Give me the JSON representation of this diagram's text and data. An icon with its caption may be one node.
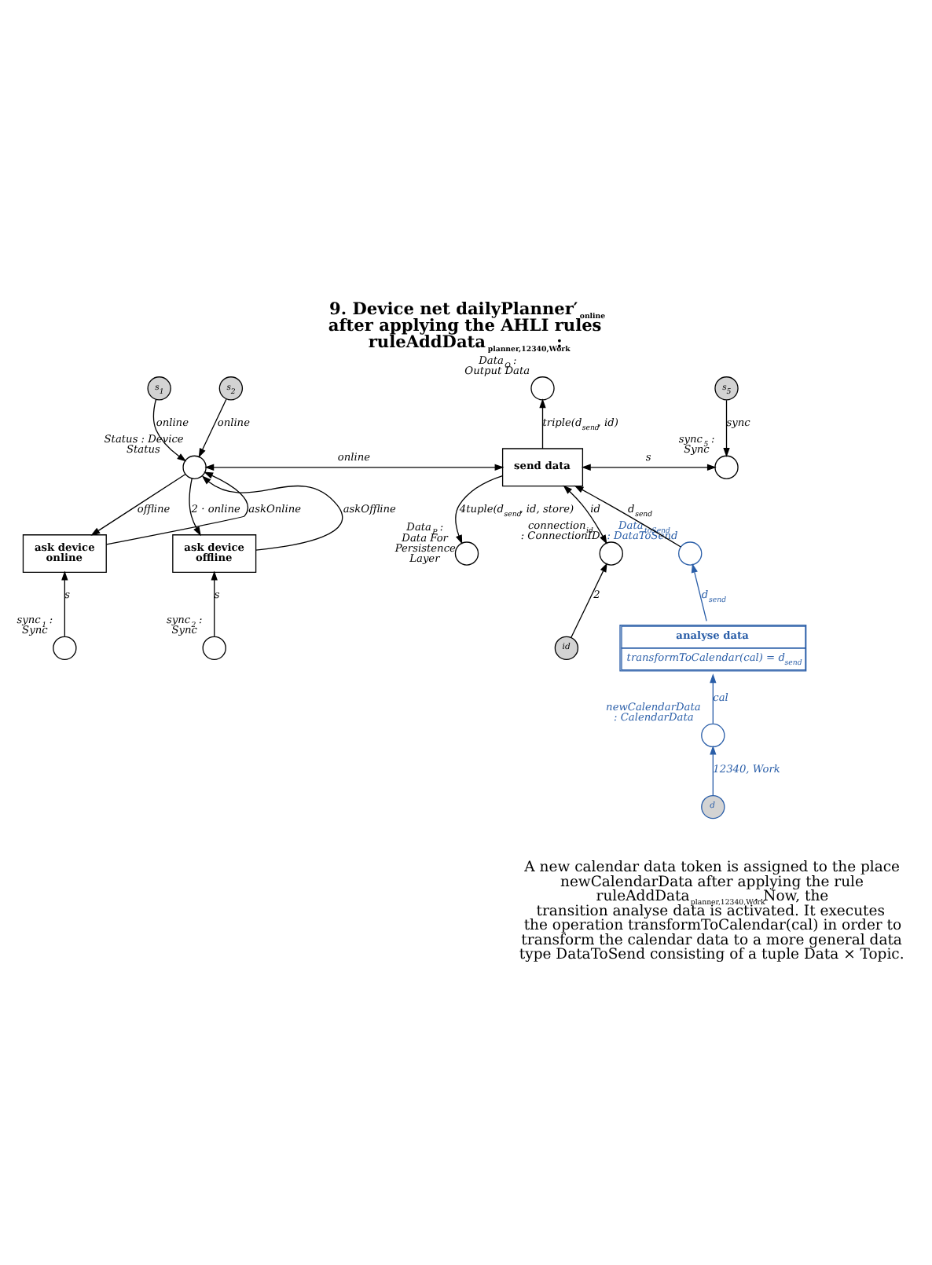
{
  "diagram": {
    "title": "9. Device net dailyPlanner′$_{online}$ after applying the AHLI rules ruleAddData$_{planner,12340,Work}$:",
    "caption": "A new calendar data token is assigned to the place newCalendarData after applying the rule ruleAddData$_{planner,12340,Work}$. Now, the transition analyse data is activated. It executes the operation transformToCalendar(cal) in order to transform the calendar data to a more general data type DataToSend consisting of a tuple Data × Topic.",
    "nodes": [
      {
        "text": [
          "s$_{1}$"
        ]
      },
      {
        "text": [
          "s$_{2}$"
        ]
      },
      {
        "text": [],
        "shape": "circle",
        "beside": [
          "Data$_{O}$ : Output Data"
        ]
      },
      {
        "text": [
          "s$_{5}$"
        ]
      },
      {
        "text": [],
        "shape": "circle",
        "beside": [
          "Status : Device Status"
        ]
      },
      {
        "text": [
          "send data"
        ]
      },
      {
        "text": [],
        "shape": "circle",
        "beside": [
          "sync$_{5}$ : Sync"
        ]
      },
      {
        "text": [],
        "shape": "circle",
        "beside": [
          "Data$_{P}$ : Data For Persistence Layer"
        ]
      },
      {
        "text": [],
        "shape": "circle",
        "beside": [
          "connection$_{id}$ : ConnectionID"
        ]
      },
      {
        "text": [
          "id"
        ]
      },
      {
        "text": [
          "ask device online"
        ]
      },
      {
        "text": [
          "ask device offline"
        ]
      },
      {
        "text": [],
        "shape": "circle",
        "beside": [
          "Data$_{toSend}$ : DataToSend"
        ]
      },
      {
        "text": [],
        "shape": "circle",
        "beside": [
          "sync$_{1}$ : Sync"
        ]
      },
      {
        "text": [],
        "shape": "circle",
        "beside": [
          "sync$_{2}$ : Sync"
        ]
      },
      {
        "text": [
          "analyse data",
          "transformToCalendar(cal) = d$_{send}$"
        ]
      },
      {
        "text": [
          "d"
        ]
      },
      {
        "text": [],
        "shape": "circle",
        "beside": [
          "newCalendarData : CalendarData"
        ]
      }
    ],
    "edges": [
      {
        "from": 0,
        "to": 4,
        "arrow": "to",
        "label": "online"
      },
      {
        "from": 1,
        "to": 4,
        "arrow": "to",
        "label": "online"
      },
      {
        "from": 4,
        "to": 5,
        "arrow": "both",
        "label": "online"
      },
      {
        "from": 10,
        "to": 4,
        "arrow": "to",
        "label": "askOnline"
      },
      {
        "from": 4,
        "to": 10,
        "arrow": "to",
        "label": "offline"
      },
      {
        "from": 11,
        "to": 4,
        "arrow": "to",
        "label": "askOffline"
      },
      {
        "from": 4,
        "to": 11,
        "arrow": "to",
        "label": "2 · online"
      },
      {
        "from": 13,
        "to": 10,
        "arrow": "to",
        "label": "s"
      },
      {
        "from": 14,
        "to": 11,
        "arrow": "to",
        "label": "s"
      },
      {
        "from": 5,
        "to": 2,
        "arrow": "to",
        "label": "triple(d$_{send}$, id)"
      },
      {
        "from": 3,
        "to": 6,
        "arrow": "to",
        "label": "sync"
      },
      {
        "from": 6,
        "to": 5,
        "arrow": "both",
        "label": "s"
      },
      {
        "from": 5,
        "to": 7,
        "arrow": "to",
        "label": "4tuple(d$_{send}$, id, store)"
      },
      {
        "from": 8,
        "to": 5,
        "arrow": "both",
        "label": "id"
      },
      {
        "from": 9,
        "to": 8,
        "arrow": "to",
        "label": "2"
      },
      {
        "from": 12,
        "to": 5,
        "arrow": "to",
        "label": "d$_{send}$"
      },
      {
        "from": 15,
        "to": 12,
        "arrow": "to",
        "label": "d$_{send}$",
        "color": "#2a5ea8"
      },
      {
        "from": 17,
        "to": 15,
        "arrow": "to",
        "label": "cal",
        "color": "#2a5ea8"
      },
      {
        "from": 16,
        "to": 17,
        "arrow": "to",
        "label": "12340, Work",
        "color": "#2a5ea8"
      }
    ]
  }
}
